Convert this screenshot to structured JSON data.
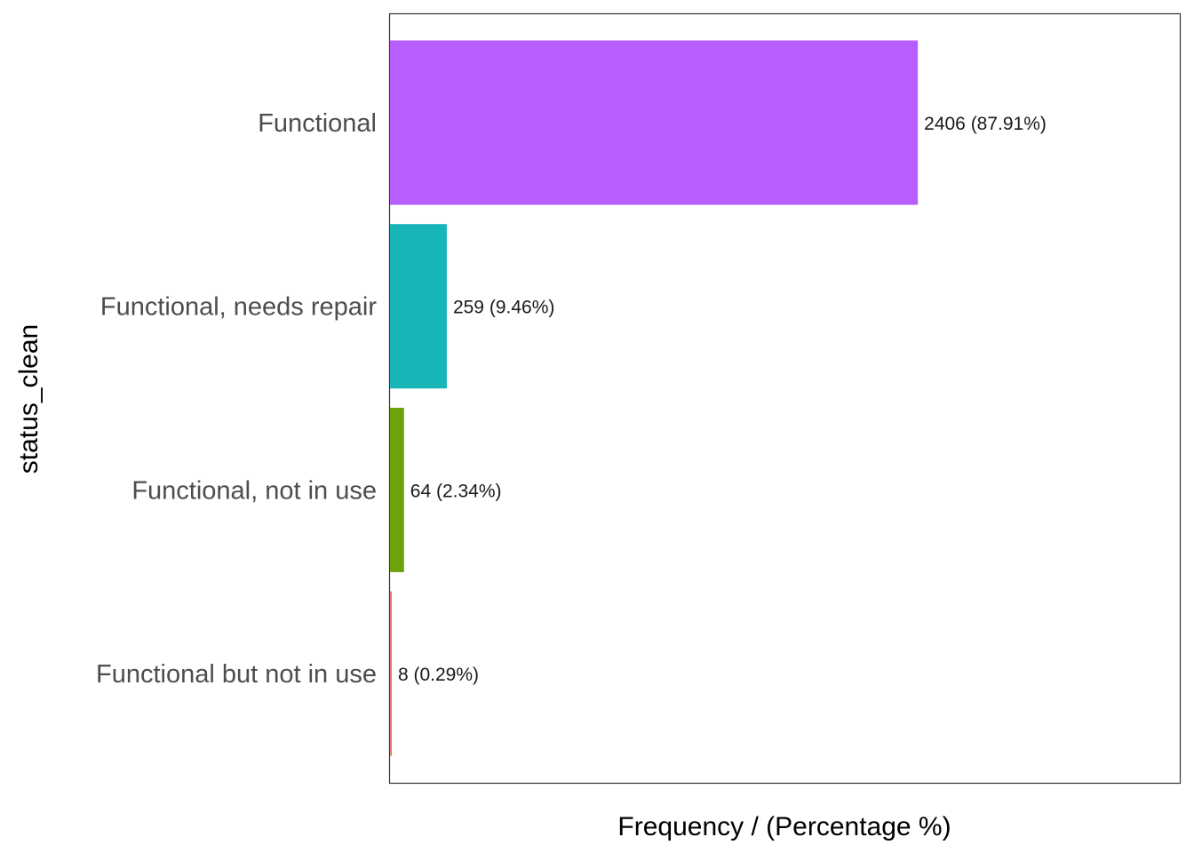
{
  "chart_data": {
    "type": "bar",
    "orientation": "horizontal",
    "xlabel": "Frequency / (Percentage %)",
    "ylabel": "status_clean",
    "xlim": [
      0,
      3600
    ],
    "grid": false,
    "bars": [
      {
        "category": "Functional",
        "value": 2406,
        "label": "2406 (87.91%)",
        "color": "#b75eff"
      },
      {
        "category": "Functional, needs repair",
        "value": 259,
        "label": "259 (9.46%)",
        "color": "#17b4b8"
      },
      {
        "category": "Functional, not in use",
        "value": 64,
        "label": "64 (2.34%)",
        "color": "#6da20a"
      },
      {
        "category": "Functional but not in use",
        "value": 8,
        "label": "8 (0.29%)",
        "color": "#e8776e"
      }
    ]
  }
}
